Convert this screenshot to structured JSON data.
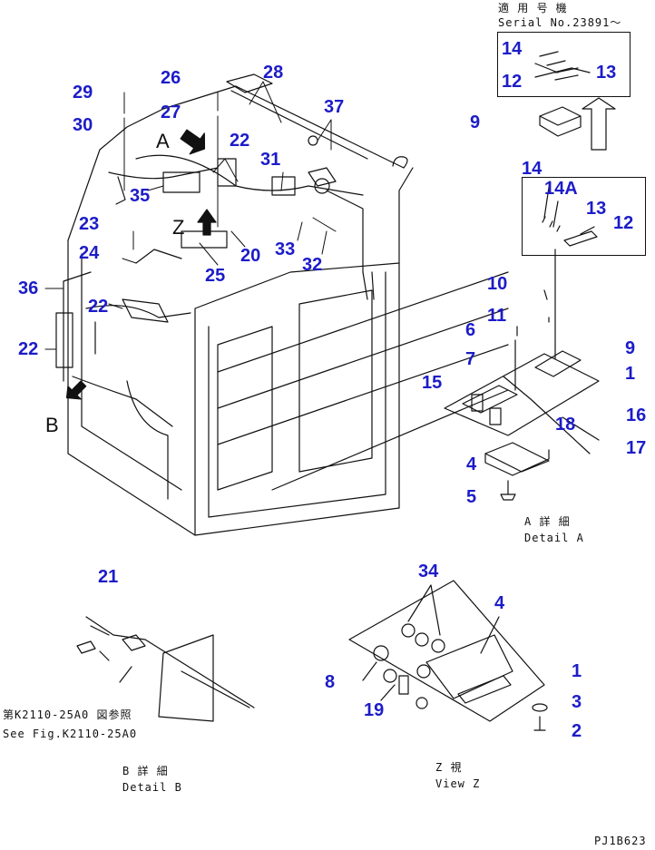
{
  "serial_note": {
    "title_jp": "適 用 号 機",
    "serial": "Serial No.23891～"
  },
  "view_letters": {
    "a": "A",
    "b": "B",
    "z": "Z"
  },
  "captions": {
    "detail_a_jp": "A  詳 細",
    "detail_a_en": "Detail A",
    "detail_b_jp": "B  詳 細",
    "detail_b_en": "Detail B",
    "view_z_jp": "Z    視",
    "view_z_en": "View Z",
    "see_fig_jp": "第K2110-25A0 図参照",
    "see_fig_en": "See Fig.K2110-25A0",
    "drawing_code": "PJ1B623"
  },
  "callouts": {
    "c29": "29",
    "c30": "30",
    "c26": "26",
    "c27": "27",
    "c28": "28",
    "c37": "37",
    "c22a": "22",
    "c31": "31",
    "c35": "35",
    "c23": "23",
    "c24": "24",
    "c25": "25",
    "c20": "20",
    "c33": "33",
    "c32": "32",
    "c36": "36",
    "c22b": "22",
    "c22c": "22",
    "c14top": "14",
    "c12top": "12",
    "c13top": "13",
    "c9top": "9",
    "c14": "14",
    "c14a": "14A",
    "c13": "13",
    "c12": "12",
    "c10": "10",
    "c11": "11",
    "c6": "6",
    "c7": "7",
    "c9": "9",
    "c1": "1",
    "c15": "15",
    "c16": "16",
    "c18": "18",
    "c17": "17",
    "c4": "4",
    "c5": "5",
    "c21": "21",
    "c34": "34",
    "c4z": "4",
    "c1z": "1",
    "c8": "8",
    "c3": "3",
    "c19": "19",
    "c2": "2"
  },
  "colors": {
    "callout": "#1c1cc8",
    "line": "#111111",
    "background": "#ffffff"
  }
}
